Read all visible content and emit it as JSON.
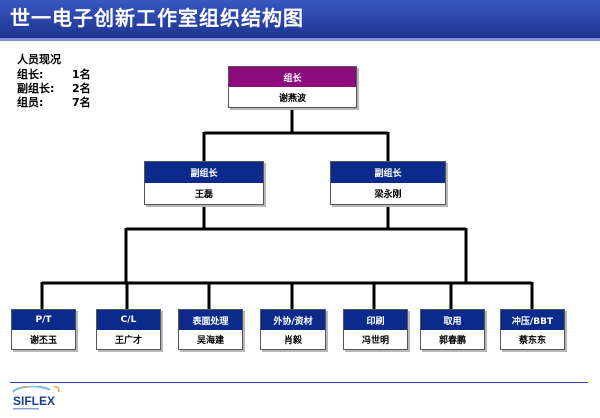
{
  "title": "世一电子创新工作室组织结构图",
  "stats": {
    "heading": "人员现况",
    "rows": [
      {
        "label": "组长:",
        "value": "1名"
      },
      {
        "label": "副组长:",
        "value": "2名"
      },
      {
        "label": "组员:",
        "value": "7名"
      }
    ]
  },
  "leader": {
    "role": "组长",
    "name": "谢燕波"
  },
  "deputies": [
    {
      "role": "副组长",
      "name": "王磊"
    },
    {
      "role": "副组长",
      "name": "梁永刚"
    }
  ],
  "members": [
    {
      "role": "P/T",
      "name": "谢丕玉"
    },
    {
      "role": "C/L",
      "name": "王广才"
    },
    {
      "role": "表面处理",
      "name": "吴海建"
    },
    {
      "role": "外协/资材",
      "name": "肖毅"
    },
    {
      "role": "印刷",
      "name": "冯世明"
    },
    {
      "role": "取用",
      "name": "郭春鹏"
    },
    {
      "role": "冲压/BBT",
      "name": "蔡东东"
    }
  ],
  "colors": {
    "title_bar": "#2a44a6",
    "leader_header": "#8e0b7e",
    "node_header": "#0b2a8c"
  },
  "logo": {
    "text": "SIFLEX",
    "icon": "siflex-logo"
  }
}
